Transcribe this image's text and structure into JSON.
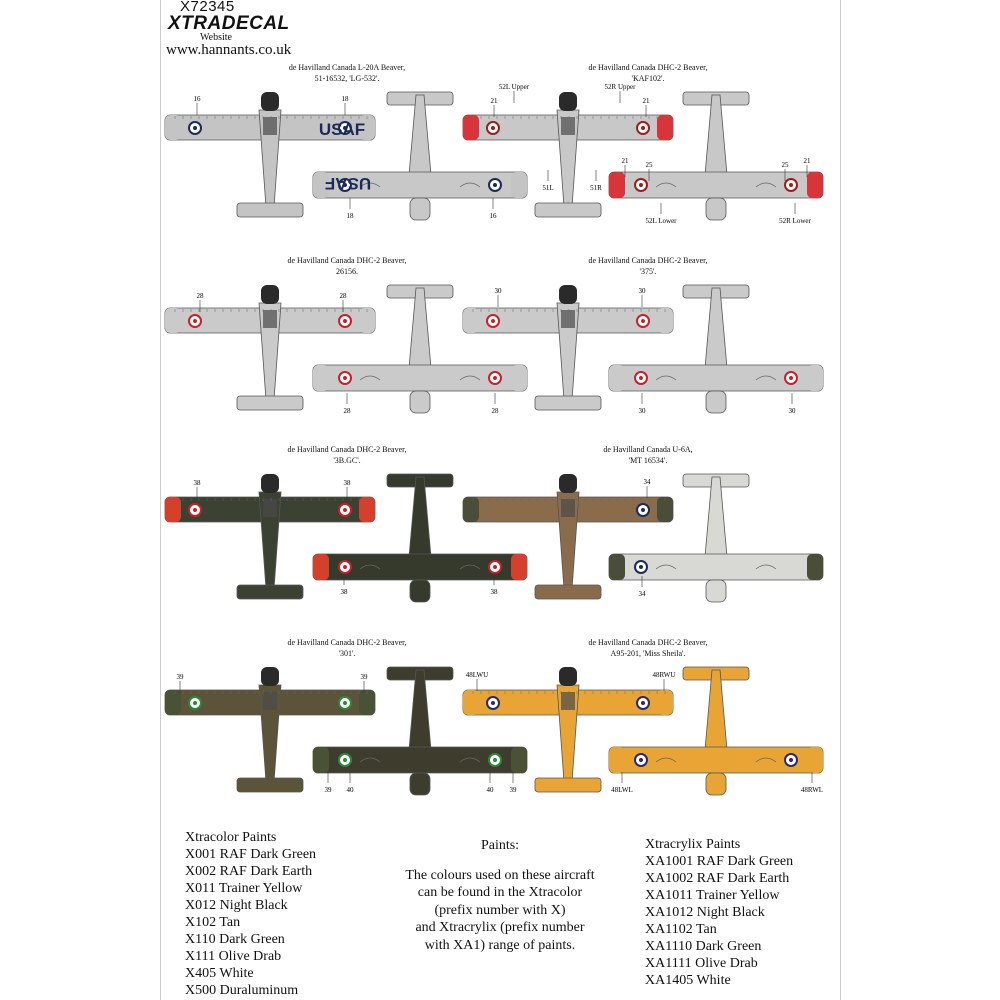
{
  "header": {
    "product_code": "X72345",
    "brand": "XTRADECAL",
    "website_label": "Website",
    "website_url": "www.hannants.co.uk"
  },
  "aircraft": [
    {
      "caption": [
        "de Havilland Canada L-20A Beaver,",
        "51-16532, 'LG-532'."
      ],
      "wing_text": "USAF",
      "callouts_top": [
        "16",
        "18"
      ],
      "callouts_bottom": [
        "18",
        "16"
      ],
      "colors": {
        "top": "#c4c4c4",
        "bottom": "#c8c8c8",
        "tip": "#c4c4c4",
        "mark": "#1c2a5a"
      }
    },
    {
      "caption": [
        "de Havilland Canada DHC-2 Beaver,",
        "'KAF102'."
      ],
      "callouts_top": [
        "52L Upper",
        "21",
        "52R Upper",
        "21",
        "51L",
        "51R"
      ],
      "callouts_bottom": [
        "21",
        "25",
        "25",
        "21",
        "52L Lower",
        "52R Lower"
      ],
      "colors": {
        "top": "#c8c8c8",
        "bottom": "#c8c8c8",
        "tip": "#d8343a",
        "mark": "#a01c1c"
      }
    },
    {
      "caption": [
        "de Havilland Canada DHC-2 Beaver,",
        "26156."
      ],
      "callouts_top": [
        "28",
        "28"
      ],
      "callouts_bottom": [
        "28",
        "28"
      ],
      "colors": {
        "top": "#cacaca",
        "bottom": "#cacaca",
        "tip": "#cacaca",
        "mark": "#c8202a"
      }
    },
    {
      "caption": [
        "de Havilland Canada DHC-2 Beaver,",
        "'375'."
      ],
      "callouts_top": [
        "30",
        "30"
      ],
      "callouts_bottom": [
        "30",
        "30"
      ],
      "colors": {
        "top": "#cacaca",
        "bottom": "#cacaca",
        "tip": "#cacaca",
        "mark": "#c8202a"
      }
    },
    {
      "caption": [
        "de Havilland Canada DHC-2 Beaver,",
        "'3B.GC'."
      ],
      "callouts_top": [
        "38",
        "38"
      ],
      "callouts_bottom": [
        "38",
        "38"
      ],
      "colors": {
        "top": "#3c4232",
        "bottom": "#353a2c",
        "tip": "#d4402c",
        "mark": "#c8202a"
      }
    },
    {
      "caption": [
        "de Havilland Canada U-6A,",
        "'MT 16534'."
      ],
      "callouts_top": [
        "34"
      ],
      "callouts_bottom": [
        "34"
      ],
      "colors": {
        "top": "#8a6c4c",
        "bottom": "#d8d8d4",
        "tip": "#4a4e38",
        "mark": "#1c2a5a"
      }
    },
    {
      "caption": [
        "de Havilland Canada DHC-2 Beaver,",
        "'301'."
      ],
      "callouts_top": [
        "39",
        "39"
      ],
      "callouts_bottom": [
        "39",
        "40",
        "40",
        "39"
      ],
      "colors": {
        "top": "#5c5438",
        "bottom": "#3e3c2c",
        "tip": "#4a5236",
        "mark": "#2a8a3a"
      }
    },
    {
      "caption": [
        "de Havilland Canada DHC-2 Beaver,",
        "A95-201, 'Miss Sheila'."
      ],
      "callouts_top": [
        "48LWU",
        "48RWU"
      ],
      "callouts_bottom": [
        "48LWL",
        "48RWL"
      ],
      "colors": {
        "top": "#e8a536",
        "bottom": "#e8a536",
        "tip": "#e8a536",
        "mark": "#2a2a6a"
      }
    }
  ],
  "paints_left": {
    "title": "Xtracolor Paints",
    "items": [
      "X001 RAF Dark Green",
      "X002 RAF Dark Earth",
      "X011 Trainer Yellow",
      "X012 Night Black",
      "X102 Tan",
      "X110 Dark Green",
      "X111 Olive Drab",
      "X405 White",
      "X500 Duraluminum"
    ]
  },
  "paints_center": {
    "title": "Paints:",
    "lines": [
      "The colours used on these aircraft",
      "can be found in the Xtracolor",
      "(prefix number with X)",
      "and Xtracrylix (prefix number",
      "with XA1) range of paints."
    ]
  },
  "paints_right": {
    "title": "Xtracrylix Paints",
    "items": [
      "XA1001 RAF Dark Green",
      "XA1002 RAF Dark Earth",
      "XA1011 Trainer Yellow",
      "XA1012 Night Black",
      "XA1102 Tan",
      "XA1110 Dark Green",
      "XA1111 Olive Drab",
      "XA1405 White"
    ]
  }
}
